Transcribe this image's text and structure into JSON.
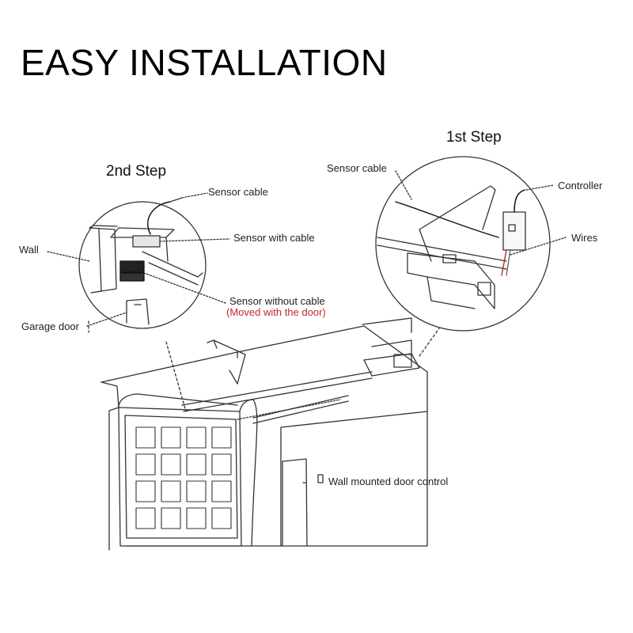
{
  "title": "EASY INSTALLATION",
  "steps": {
    "first": "1st Step",
    "second": "2nd Step"
  },
  "step1_labels": {
    "sensor_cable": "Sensor cable",
    "controller": "Controller",
    "wires": "Wires"
  },
  "step2_labels": {
    "sensor_cable": "Sensor cable",
    "wall": "Wall",
    "sensor_with_cable": "Sensor with cable",
    "sensor_without_cable": "Sensor without cable",
    "moved_with_door": "(Moved with the door)",
    "garage_door": "Garage door"
  },
  "garage_labels": {
    "wall_control": "Wall mounted door control"
  },
  "colors": {
    "line": "#333333",
    "accent_red": "#c0282a"
  }
}
